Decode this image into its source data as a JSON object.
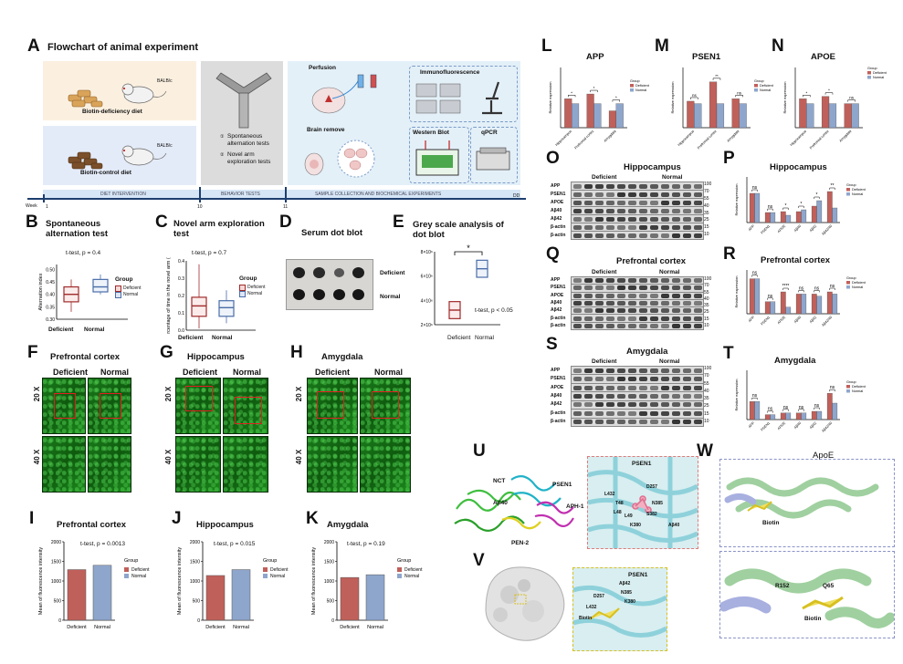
{
  "A": {
    "label": "A",
    "title": "Flowchart of animal experiment",
    "diet1": "Biotin-deficiency diet",
    "diet2": "Biotin-control diet",
    "strain": "BALB/c",
    "tests": [
      "Spontaneous alternation tests",
      "Novel arm exploration tests"
    ],
    "test_marks": [
      "①",
      "②"
    ],
    "perfusion": "Perfusion",
    "brain": "Brain remove",
    "if": "Immunofluorescence",
    "wb": "Western Blot",
    "qpcr": "qPCR",
    "timeline": {
      "week": "Week",
      "ticks": [
        "1",
        "10",
        "11",
        "DD"
      ],
      "seg1": "DIET INTERVENTION",
      "seg2": "BEHAVIOR TESTS",
      "seg3": "SAMPLE COLLECTION AND BIOCHEMICAL EXPERIMENTS"
    }
  },
  "B": {
    "label": "B",
    "title": "Spontaneous alternation test",
    "stat": "t-test, p = 0.4",
    "ylabel": "Alternation index",
    "yticks": [
      "0.50",
      "0.45",
      "0.40",
      "0.35",
      "0.30"
    ],
    "xcat": [
      "Deficient",
      "Normal"
    ],
    "legend_title": "Group",
    "legend": [
      "Deficient",
      "Normal"
    ]
  },
  "C": {
    "label": "C",
    "title": "Novel arm exploration test",
    "stat": "t-test, p = 0.7",
    "ylabel": "Percentage of time in the novel arm (%)",
    "yticks": [
      "0.4",
      "0.3",
      "0.2",
      "0.1",
      "0.0"
    ],
    "xcat": [
      "Deficient",
      "Normal"
    ],
    "legend_title": "Group",
    "legend": [
      "Deficient",
      "Normal"
    ]
  },
  "D": {
    "label": "D",
    "title": "Serum dot blot",
    "rows": [
      "Deficient",
      "Normal"
    ]
  },
  "E": {
    "label": "E",
    "title": "Grey scale analysis of dot blot",
    "stat": "t-test, p < 0.05",
    "sig": "*",
    "yticks": [
      "8×10⁶",
      "6×10⁶",
      "4×10⁶",
      "2×10⁶"
    ],
    "xcat": [
      "Deficient",
      "Normal"
    ]
  },
  "F": {
    "label": "F",
    "title": "Prefrontal cortex",
    "cols": [
      "Deficient",
      "Normal"
    ],
    "rows": [
      "20 X",
      "40 X"
    ]
  },
  "G": {
    "label": "G",
    "title": "Hippocampus",
    "cols": [
      "Deficient",
      "Normal"
    ],
    "rows": [
      "20 X",
      "40 X"
    ]
  },
  "H": {
    "label": "H",
    "title": "Amygdala",
    "cols": [
      "Deficient",
      "Normal"
    ],
    "rows": [
      "20 X",
      "40 X"
    ]
  },
  "I": {
    "label": "I",
    "title": "Prefrontal cortex",
    "stat": "t-test, p = 0.0013"
  },
  "J": {
    "label": "J",
    "title": "Hippocampus",
    "stat": "t-test, p = 0.015"
  },
  "K": {
    "label": "K",
    "title": "Amygdala",
    "stat": "t-test, p = 0.19"
  },
  "L": {
    "label": "L",
    "title": "APP"
  },
  "M": {
    "label": "M",
    "title": "PSEN1"
  },
  "N": {
    "label": "N",
    "title": "APOE"
  },
  "O": {
    "label": "O",
    "title": "Hippocampus",
    "cols": [
      "Deficient",
      "Normal"
    ]
  },
  "P": {
    "label": "P",
    "title": "Hippocampus"
  },
  "Q": {
    "label": "Q",
    "title": "Prefrontal cortex",
    "cols": [
      "Deficient",
      "Normal"
    ]
  },
  "R": {
    "label": "R",
    "title": "Prefrontal cortex"
  },
  "S": {
    "label": "S",
    "title": "Amygdala",
    "cols": [
      "Deficient",
      "Normal"
    ]
  },
  "T": {
    "label": "T",
    "title": "Amygdala"
  },
  "U": {
    "label": "U",
    "labels": [
      "NCT",
      "PSEN1",
      "APH-1",
      "PEN-2",
      "Aβ40"
    ],
    "zoom_title": "PSEN1",
    "residues": [
      "L432",
      "D257",
      "T48",
      "L48",
      "L49",
      "N385",
      "S382",
      "K380",
      "Aβ40"
    ]
  },
  "V": {
    "label": "V",
    "zoom_title": "PSEN1",
    "residues": [
      "Aβ42",
      "K380",
      "N385",
      "D257",
      "L432",
      "Biotin"
    ]
  },
  "W": {
    "label": "W",
    "title": "ApoE",
    "biotin": "Biotin",
    "residues": [
      "R152",
      "Q65",
      "Biotin"
    ]
  },
  "blot_markers": [
    "APP",
    "PSEN1",
    "APOE",
    "Aβ40",
    "Aβ42",
    "β-actin"
  ],
  "kda": [
    "100",
    "70",
    "55",
    "40",
    "35",
    "25",
    "15",
    "10"
  ],
  "legend": {
    "title": "Group",
    "items": [
      "Deficient",
      "Normal"
    ]
  },
  "colors": {
    "deficient": "#c0605a",
    "normal": "#8ea6cc",
    "def_line": "#a02a2a",
    "norm_line": "#4a6da8"
  },
  "chart_data": [
    {
      "type": "box",
      "panel": "B",
      "title": "Spontaneous alternation test",
      "ylabel": "Alternation index",
      "categories": [
        "Deficient",
        "Normal"
      ],
      "ylim": [
        0.3,
        0.52
      ],
      "series": [
        {
          "name": "Deficient",
          "q1": 0.37,
          "median": 0.4,
          "q3": 0.43,
          "min": 0.33,
          "max": 0.46
        },
        {
          "name": "Normal",
          "q1": 0.41,
          "median": 0.43,
          "q3": 0.46,
          "min": 0.4,
          "max": 0.48
        }
      ]
    },
    {
      "type": "box",
      "panel": "C",
      "title": "Novel arm exploration test",
      "ylabel": "Percentage of time in the novel arm (%)",
      "categories": [
        "Deficient",
        "Normal"
      ],
      "ylim": [
        0,
        0.4
      ],
      "series": [
        {
          "name": "Deficient",
          "q1": 0.08,
          "median": 0.14,
          "q3": 0.19,
          "min": 0.01,
          "max": 0.38
        },
        {
          "name": "Normal",
          "q1": 0.08,
          "median": 0.13,
          "q3": 0.17,
          "min": 0.04,
          "max": 0.23
        }
      ]
    },
    {
      "type": "box",
      "panel": "E",
      "title": "Grey scale analysis of dot blot",
      "categories": [
        "Deficient",
        "Normal"
      ],
      "ylim": [
        2000000,
        8000000
      ],
      "series": [
        {
          "name": "Deficient",
          "q1": 2500000,
          "median": 3200000,
          "q3": 3900000
        },
        {
          "name": "Normal",
          "q1": 5900000,
          "median": 6600000,
          "q3": 7300000
        }
      ]
    },
    {
      "type": "bar",
      "panel": "I",
      "title": "Prefrontal cortex",
      "ylabel": "Mean of fluorescence intensity",
      "categories": [
        "Deficient",
        "Normal"
      ],
      "values": [
        1290,
        1400
      ],
      "ylim": [
        0,
        2000
      ],
      "yticks": [
        0,
        500,
        1000,
        1500,
        2000
      ]
    },
    {
      "type": "bar",
      "panel": "J",
      "title": "Hippocampus",
      "ylabel": "Mean of fluorescence intensity",
      "categories": [
        "Deficient",
        "Normal"
      ],
      "values": [
        1140,
        1290
      ],
      "ylim": [
        0,
        2000
      ],
      "yticks": [
        0,
        500,
        1000,
        1500,
        2000
      ]
    },
    {
      "type": "bar",
      "panel": "K",
      "title": "Amygdala",
      "ylabel": "Mean of fluorescence intensity",
      "categories": [
        "Deficient",
        "Normal"
      ],
      "values": [
        1090,
        1160
      ],
      "ylim": [
        0,
        2000
      ],
      "yticks": [
        0,
        500,
        1000,
        1500,
        2000
      ]
    },
    {
      "type": "bar",
      "panel": "L",
      "title": "APP",
      "ylabel": "Relative expression",
      "categories": [
        "Hippocampus",
        "Prefrontal cortex",
        "Amygdala"
      ],
      "ylim": [
        0,
        2.5
      ],
      "series": [
        {
          "name": "Deficient",
          "values": [
            1.2,
            1.4,
            0.7
          ]
        },
        {
          "name": "Normal",
          "values": [
            1.0,
            1.0,
            1.0
          ]
        }
      ],
      "sig": [
        "*",
        "*",
        "*"
      ]
    },
    {
      "type": "bar",
      "panel": "M",
      "title": "PSEN1",
      "ylabel": "Relative expression",
      "categories": [
        "Hippocampus",
        "Prefrontal cortex",
        "Amygdala"
      ],
      "ylim": [
        0,
        2.5
      ],
      "series": [
        {
          "name": "Deficient",
          "values": [
            1.1,
            1.9,
            1.2
          ]
        },
        {
          "name": "Normal",
          "values": [
            1.0,
            1.0,
            1.0
          ]
        }
      ],
      "sig": [
        "ns",
        "**",
        "ns"
      ]
    },
    {
      "type": "bar",
      "panel": "N",
      "title": "APOE",
      "ylabel": "Relative expression",
      "categories": [
        "Hippocampus",
        "Prefrontal cortex",
        "Amygdala"
      ],
      "ylim": [
        0,
        2.5
      ],
      "series": [
        {
          "name": "Deficient",
          "values": [
            1.2,
            1.3,
            1.0
          ]
        },
        {
          "name": "Normal",
          "values": [
            1.0,
            1.0,
            1.0
          ]
        }
      ],
      "sig": [
        "*",
        "*",
        "ns"
      ]
    },
    {
      "type": "bar",
      "panel": "P",
      "title": "Hippocampus",
      "ylabel": "Relative expression",
      "categories": [
        "APP",
        "PSEN1",
        "APOE",
        "Aβ40",
        "Aβ42",
        "Aβ42/40"
      ],
      "ylim": [
        0,
        2.5
      ],
      "series": [
        {
          "name": "Deficient",
          "values": [
            1.6,
            0.55,
            0.6,
            0.6,
            0.9,
            1.7
          ]
        },
        {
          "name": "Normal",
          "values": [
            1.6,
            0.55,
            0.4,
            0.7,
            1.2,
            0.8
          ]
        }
      ],
      "sig": [
        "ns",
        "ns",
        "*",
        "*",
        "*",
        "**"
      ]
    },
    {
      "type": "bar",
      "panel": "R",
      "title": "Prefrontal cortex",
      "ylabel": "Relative expression",
      "categories": [
        "APP",
        "PSEN1",
        "APOE",
        "Aβ40",
        "Aβ42",
        "Aβ42/40"
      ],
      "ylim": [
        0,
        2.0
      ],
      "series": [
        {
          "name": "Deficient",
          "values": [
            1.6,
            0.55,
            1.0,
            0.9,
            0.9,
            1.0
          ]
        },
        {
          "name": "Normal",
          "values": [
            1.6,
            0.55,
            0.3,
            0.9,
            0.8,
            0.9
          ]
        }
      ],
      "sig": [
        "ns",
        "ns",
        "****",
        "ns",
        "ns",
        "ns"
      ]
    },
    {
      "type": "bar",
      "panel": "T",
      "title": "Amygdala",
      "ylabel": "Relative expression",
      "categories": [
        "APP",
        "PSEN1",
        "APOE",
        "Aβ40",
        "Aβ42",
        "Aβ42/40"
      ],
      "ylim": [
        0,
        3.0
      ],
      "series": [
        {
          "name": "Deficient",
          "values": [
            1.1,
            0.3,
            0.4,
            0.4,
            0.5,
            1.6
          ]
        },
        {
          "name": "Normal",
          "values": [
            1.1,
            0.3,
            0.4,
            0.4,
            0.5,
            1.0
          ]
        }
      ],
      "sig": [
        "ns",
        "ns",
        "ns",
        "ns",
        "ns",
        "ns"
      ]
    }
  ]
}
